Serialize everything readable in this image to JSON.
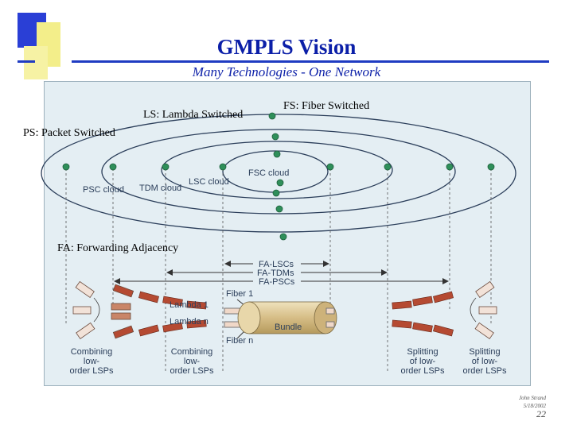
{
  "slide": {
    "title": "GMPLS Vision",
    "subtitle": "Many Technologies - One Network"
  },
  "labels": {
    "lambda_switched": "LS: Lambda Switched",
    "fiber_switched": "FS: Fiber Switched",
    "packet_switched": "PS: Packet Switched",
    "forwarding_adjacency": "FA: Forwarding Adjacency"
  },
  "clouds": {
    "psc": "PSC cloud",
    "tdm": "TDM cloud",
    "lsc": "LSC cloud",
    "fsc": "FSC cloud"
  },
  "fa": {
    "lscs": "FA-LSCs",
    "tdms": "FA-TDMs",
    "pscs": "FA-PSCs"
  },
  "bottom": {
    "fiber1": "Fiber 1",
    "fibern": "Fiber n",
    "lambda1": "Lambda 1",
    "lambdan": "Lambda n",
    "bundle": "Bundle",
    "combining_line1": "Combining",
    "combining_line2": "low-",
    "combining_line3": "order LSPs",
    "splitting_line1": "Splitting",
    "splitting_line2": "of low-",
    "splitting_line3": "order LSPs"
  },
  "footer": {
    "author": "John Strand",
    "date": "5/18/2002",
    "page": "22"
  },
  "colors": {
    "accent_blue": "#0b1fa8",
    "node_green": "#2f8f5a",
    "bundle": "#dcc79a",
    "lambda_red": "#b54a32",
    "panel_bg": "#e4eef3"
  }
}
